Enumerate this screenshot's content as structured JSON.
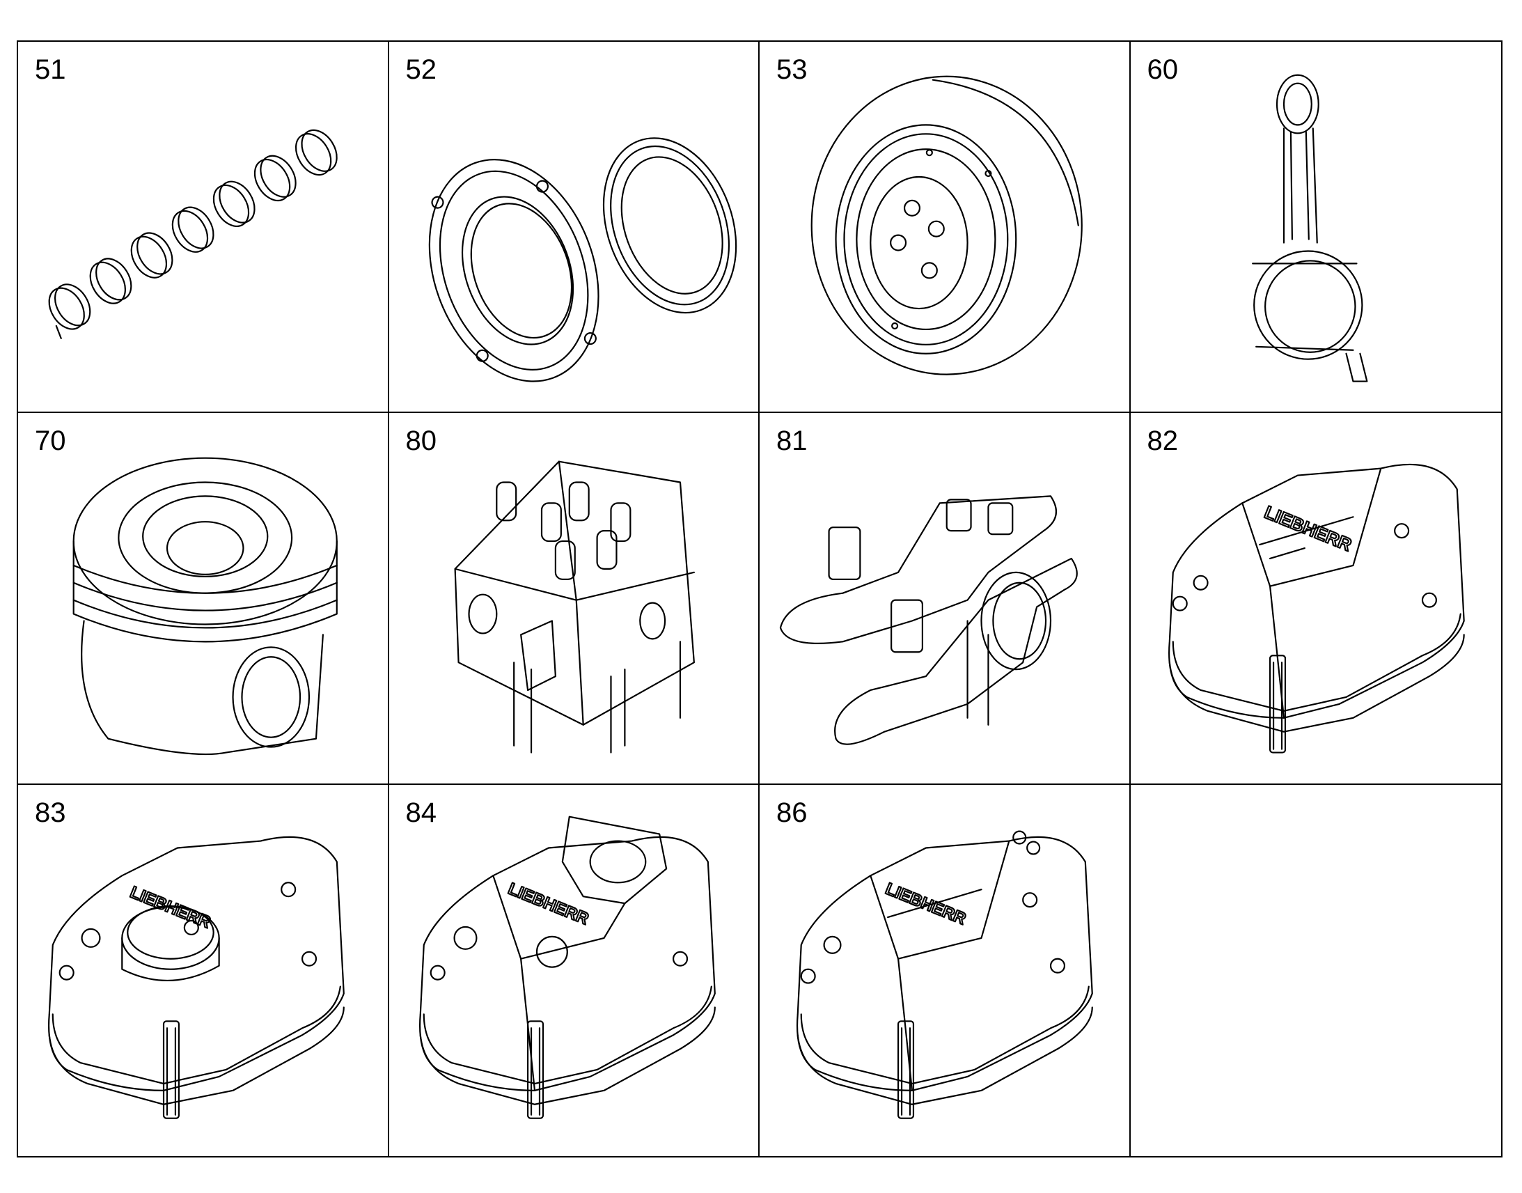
{
  "cells": [
    {
      "number": "51",
      "icon": "bearing-shells-icon"
    },
    {
      "number": "52",
      "icon": "seal-ring-flange-icon"
    },
    {
      "number": "53",
      "icon": "vibration-damper-icon"
    },
    {
      "number": "60",
      "icon": "connecting-rod-icon"
    },
    {
      "number": "70",
      "icon": "piston-icon"
    },
    {
      "number": "80",
      "icon": "cylinder-head-icon"
    },
    {
      "number": "81",
      "icon": "rocker-arm-icon"
    },
    {
      "number": "82",
      "icon": "valve-cover-icon"
    },
    {
      "number": "83",
      "icon": "valve-cover-filler-cap-icon"
    },
    {
      "number": "84",
      "icon": "valve-cover-port-icon"
    },
    {
      "number": "86",
      "icon": "valve-cover-icon"
    },
    {
      "number": "",
      "icon": ""
    }
  ]
}
